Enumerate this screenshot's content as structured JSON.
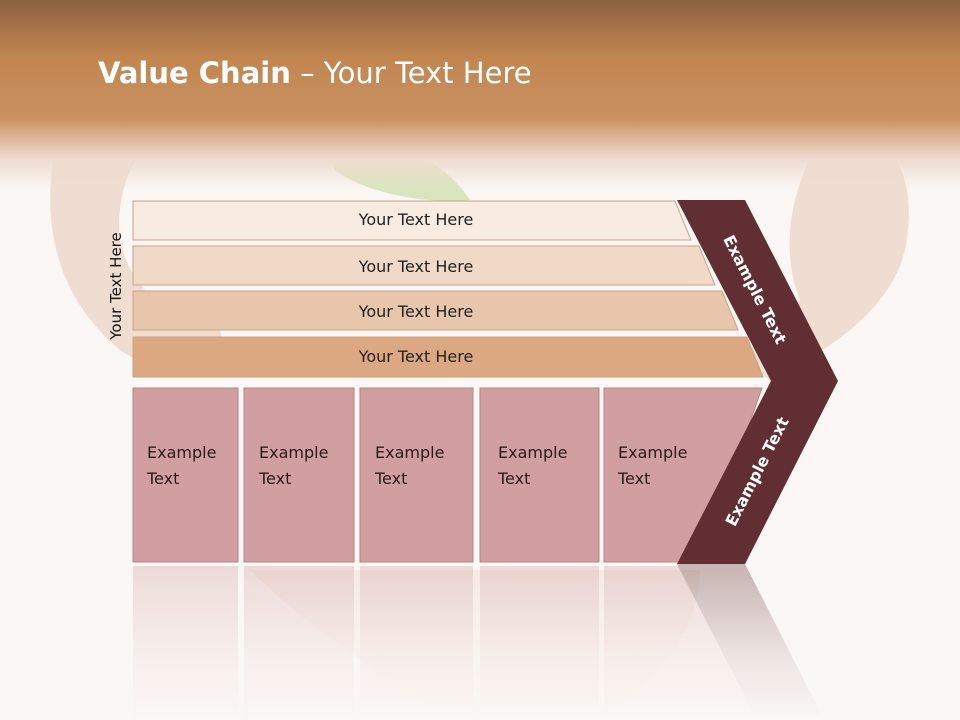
{
  "slide": {
    "title_bold": "Value Chain",
    "title_rest": " – Your Text Here",
    "side_label": "Your Text Here",
    "rows": [
      {
        "label": "Your Text Here",
        "color": "#f7ebe2"
      },
      {
        "label": "Your Text Here",
        "color": "#f0d9c7"
      },
      {
        "label": "Your Text Here",
        "color": "#e8c6ab"
      },
      {
        "label": "Your Text Here",
        "color": "#dca882"
      }
    ],
    "cells": [
      {
        "line1": "Example",
        "line2": "Text"
      },
      {
        "line1": "Example",
        "line2": "Text"
      },
      {
        "line1": "Example",
        "line2": "Text"
      },
      {
        "line1": "Example",
        "line2": "Text"
      },
      {
        "line1": "Example",
        "line2": "Text"
      }
    ],
    "chevron_upper_label": "Example Text",
    "chevron_lower_label": "Example Text",
    "colors": {
      "cell_fill": "#d19fa1",
      "cell_stroke": "#b88586",
      "chevron": "#612f33",
      "header": "#c18650"
    }
  }
}
